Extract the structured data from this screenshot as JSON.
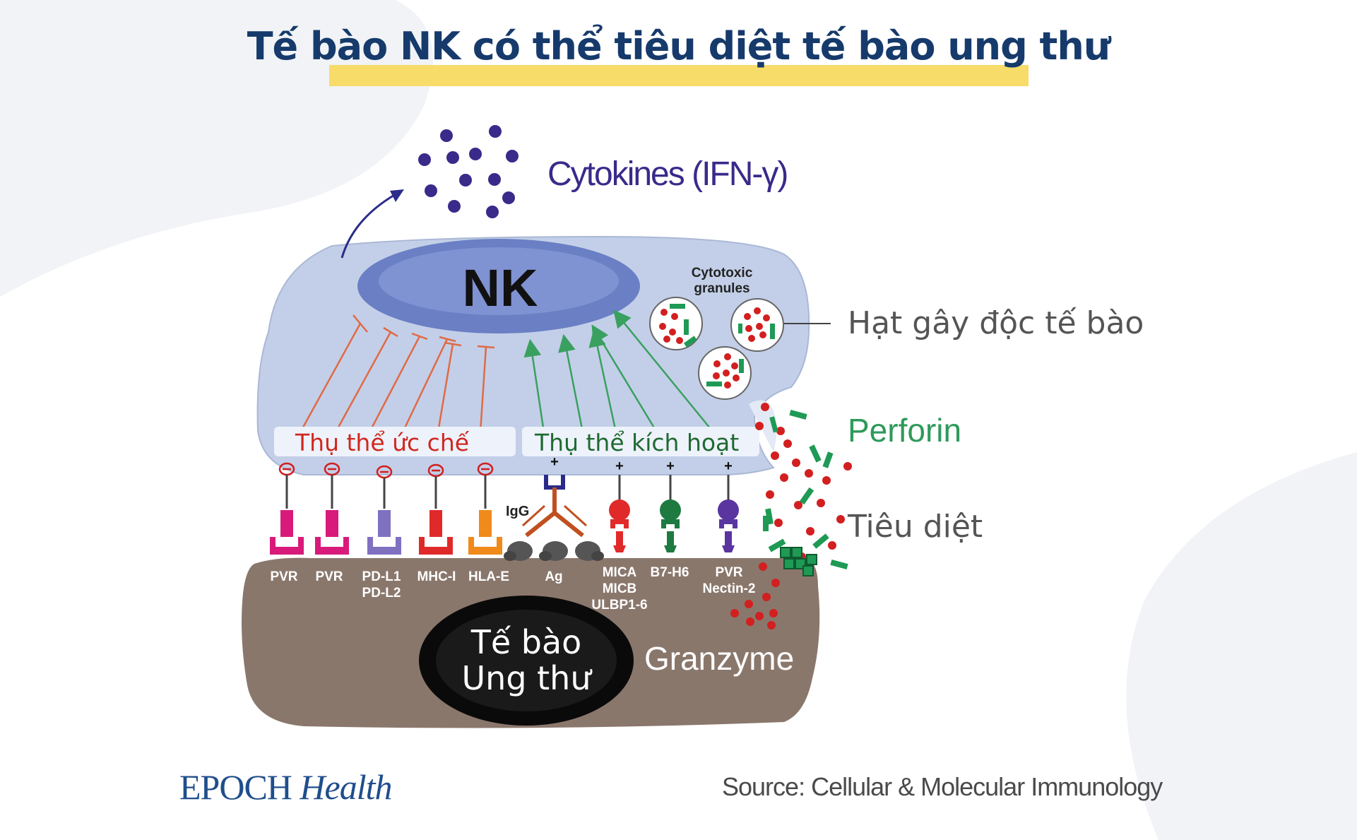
{
  "title": "Tế bào NK có thể tiêu diệt tế bào ung thư",
  "highlight_color": "#f7dc6a",
  "colors": {
    "title": "#163a6b",
    "nk_cell": "#c3cfe8",
    "nucleus": "#6a7fc4",
    "cytokine": "#3a2a8a",
    "inhibit": "#e06a45",
    "activate": "#3aa060",
    "perforin": "#1e9a55",
    "granzyme_dot": "#d21f1f",
    "cancer_cell": "#8a776c"
  },
  "labels": {
    "cytokines": "Cytokines (IFN-γ)",
    "nk": "NK",
    "cytotoxic_granules_line1": "Cytotoxic",
    "cytotoxic_granules_line2": "granules",
    "toxic_granules_vi": "Hạt gây độc tế bào",
    "perforin": "Perforin",
    "kill": "Tiêu diệt",
    "inhibitory_receptors": "Thụ thể ức chế",
    "activating_receptors": "Thụ thể kích hoạt",
    "igg": "IgG",
    "cancer_line1": "Tế bào",
    "cancer_line2": "Ung thư",
    "granzyme": "Granzyme"
  },
  "ligands": {
    "pvr1": "PVR",
    "pvr2": "PVR",
    "pdl_line1": "PD-L1",
    "pdl_line2": "PD-L2",
    "mhc": "MHC-I",
    "hla": "HLA-E",
    "ag": "Ag",
    "mica_line1": "MICA",
    "mica_line2": "MICB",
    "mica_line3": "ULBP1-6",
    "b7": "B7-H6",
    "pvr3_line1": "PVR",
    "pvr3_line2": "Nectin-2"
  },
  "receptor_colors": {
    "r1": "#d81b7a",
    "r2": "#d81b7a",
    "r3": "#8070c0",
    "r4": "#e02a2a",
    "r5": "#f08a1a",
    "a1": "#e02a2a",
    "a2": "#1e7a40",
    "a3": "#5a35a0"
  },
  "footer": {
    "brand_main": "EPOCH",
    "brand_italic": "Health",
    "source": "Source: Cellular & Molecular Immunology"
  }
}
